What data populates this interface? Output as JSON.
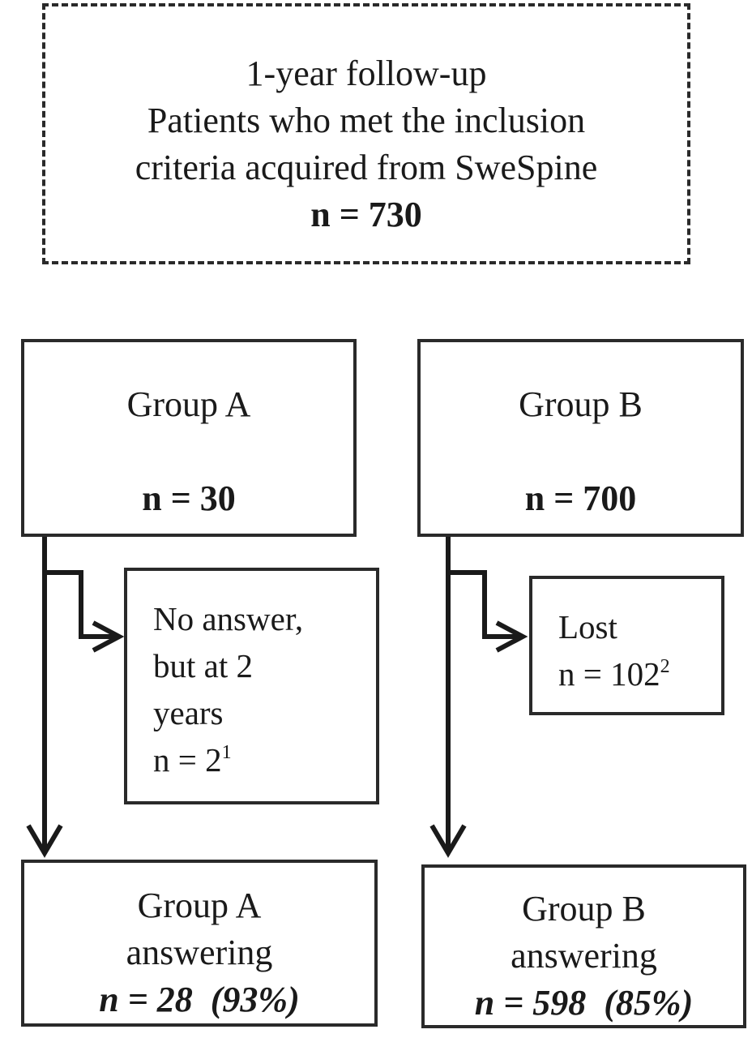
{
  "top": {
    "line1": "1-year follow-up",
    "line2": "Patients who met the inclusion",
    "line3": "criteria acquired from SweSpine",
    "n": "n = 730"
  },
  "group_a": {
    "title": "Group A",
    "n": "n = 30"
  },
  "group_b": {
    "title": "Group B",
    "n": "n = 700"
  },
  "excluded_a": {
    "line1": "No answer,",
    "line2": "but at 2",
    "line3": "years",
    "n": "n = 2",
    "footnote": "1"
  },
  "excluded_b": {
    "line1": "Lost",
    "n": "n = 102",
    "footnote": "2"
  },
  "answer_a": {
    "line1": "Group A",
    "line2": "answering",
    "n": "n = 28",
    "pct": "(93%)"
  },
  "answer_b": {
    "line1": "Group B",
    "line2": "answering",
    "n": "n = 598",
    "pct": "(85%)"
  }
}
